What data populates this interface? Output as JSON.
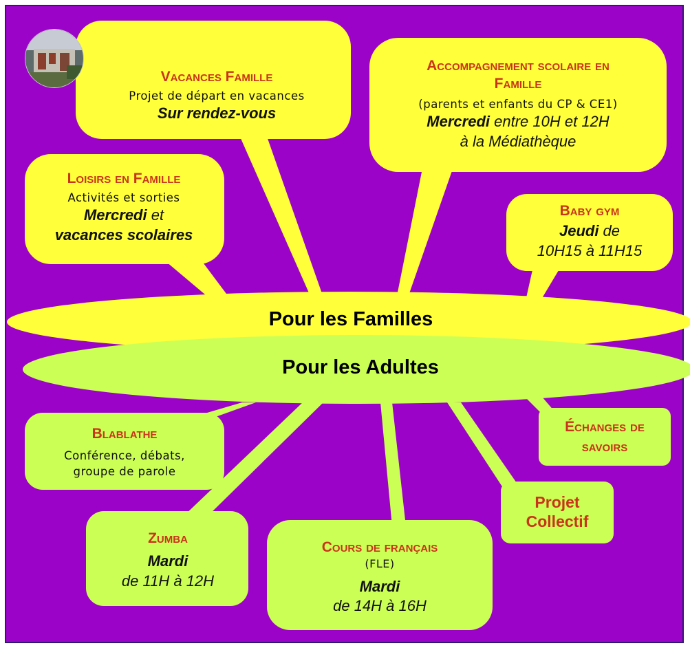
{
  "colors": {
    "background": "#9b03c9",
    "family_bubble": "#ffff3a",
    "adult_bubble": "#ccff55",
    "title_red": "#c8351a"
  },
  "ovals": {
    "families": "Pour les Familles",
    "adults": "Pour les Adultes"
  },
  "families": {
    "vacances": {
      "title": "Vacances Famille",
      "line": "Projet de départ en vacances",
      "em": "Sur rendez-vous"
    },
    "accompagnement": {
      "title_1": "Accompagnement scolaire en",
      "title_2": "Famille",
      "line": "(parents et enfants du CP & CE1)",
      "em_b": "Mercredi",
      "em_rest": " entre 10H et 12H",
      "em_2": "à la Médiathèque"
    },
    "loisirs": {
      "title": "Loisirs en Famille",
      "line": "Activités et sorties",
      "em_b": "Mercredi",
      "em_rest": " et",
      "em_2": "vacances scolaires"
    },
    "babygym": {
      "title": "Baby gym",
      "em_b": "Jeudi",
      "em_rest": " de",
      "em_2": "10H15 à 11H15"
    }
  },
  "adults": {
    "blablathe": {
      "title": "Blablathe",
      "line_1": "Conférence, débats,",
      "line_2": "groupe de parole"
    },
    "echanges": {
      "title_1": "Échanges de",
      "title_2": "savoirs"
    },
    "zumba": {
      "title": "Zumba",
      "em_1": "Mardi",
      "em_2": "de 11H à 12H"
    },
    "cours": {
      "title": "Cours de français",
      "line": "(FLE)",
      "em_1": "Mardi",
      "em_2": "de 14H à 16H"
    },
    "projet": {
      "title_1": "Projet",
      "title_2": "Collectif"
    }
  }
}
